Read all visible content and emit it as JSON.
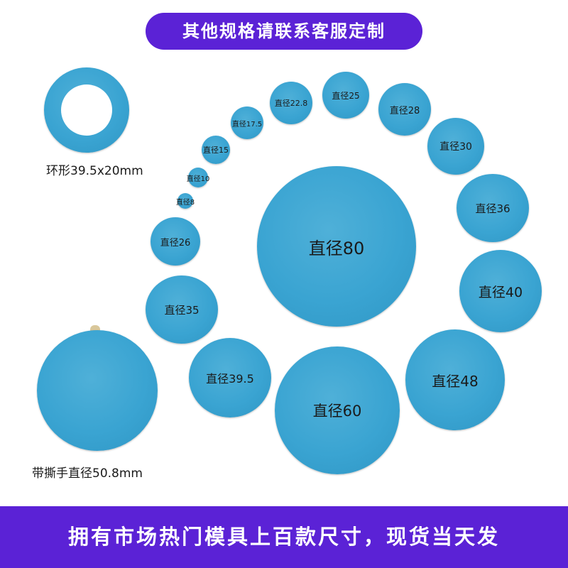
{
  "top_banner": "其他规格请联系客服定制",
  "bottom_banner": "拥有市场热门模具上百款尺寸，现货当天发",
  "captions": {
    "ring": "环形39.5x20mm",
    "tab_disc": "带撕手直径50.8mm"
  },
  "discs": {
    "d8": "直径8",
    "d10": "直径10",
    "d15": "直径15",
    "d17_5": "直径17.5",
    "d22_8": "直径22.8",
    "d25": "直径25",
    "d26": "直径26",
    "d28": "直径28",
    "d30": "直径30",
    "d35": "直径35",
    "d36": "直径36",
    "d39_5": "直径39.5",
    "d40": "直径40",
    "d48": "直径48",
    "d60": "直径60",
    "d80": "直径80"
  },
  "colors": {
    "banner": "#5b22d6",
    "disc": "#3aa4d2"
  }
}
